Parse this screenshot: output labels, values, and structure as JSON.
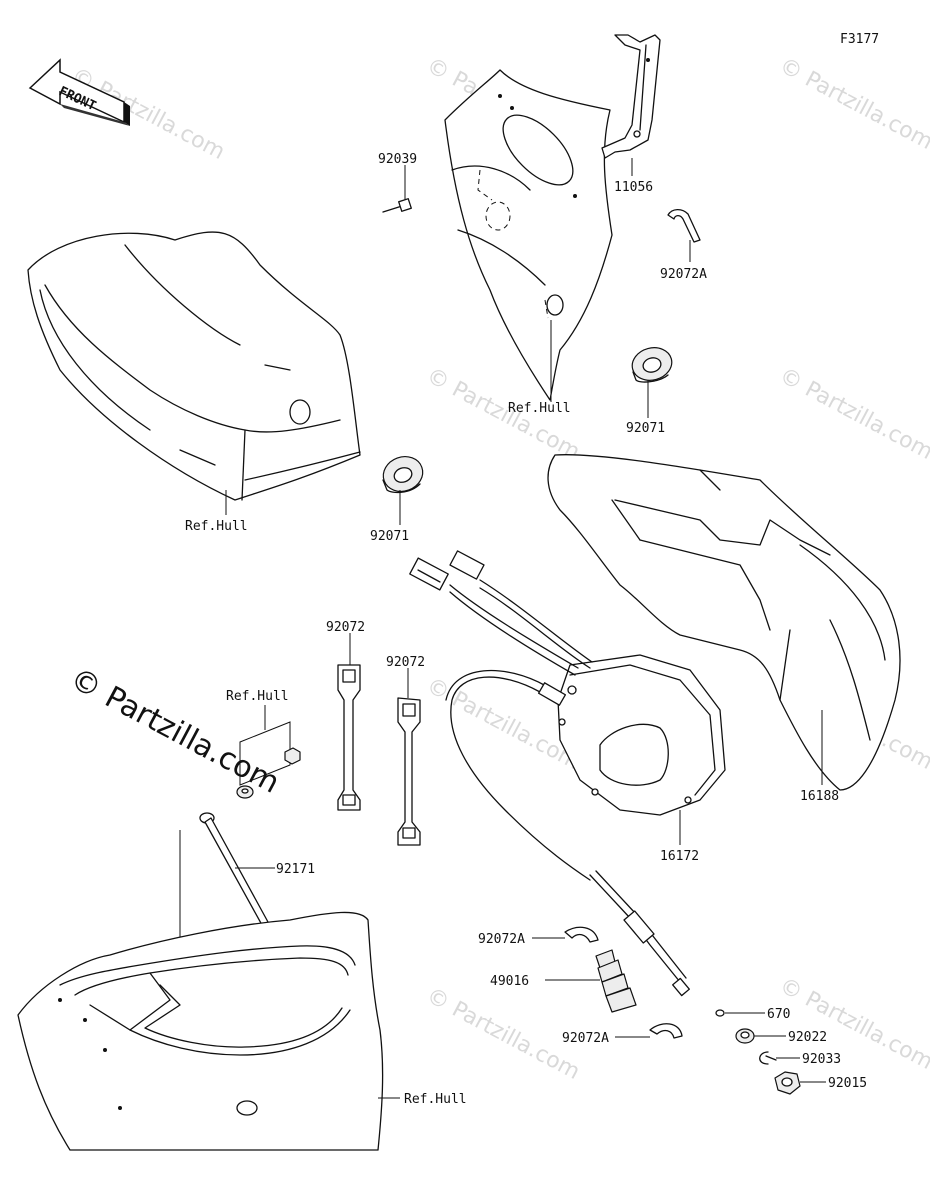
{
  "figure_id": "F3177",
  "front_label": "FRONT",
  "watermark": "© Partzilla.com",
  "watermark_big": "© Partzilla.com",
  "labels": {
    "p11056": "11056",
    "p92039": "92039",
    "p92072A_top": "92072A",
    "p92071_top": "92071",
    "ref_hull_top": "Ref.Hull",
    "ref_hull_left": "Ref.Hull",
    "p92071_left": "92071",
    "p92072_a": "92072",
    "p92072_b": "92072",
    "ref_hull_mid": "Ref.Hull",
    "p92171": "92171",
    "p16188": "16188",
    "p16172": "16172",
    "p92072A_mid": "92072A",
    "p49016": "49016",
    "p92072A_low": "92072A",
    "p670": "670",
    "p92022": "92022",
    "p92033": "92033",
    "p92015": "92015",
    "ref_hull_bottom": "Ref.Hull"
  }
}
